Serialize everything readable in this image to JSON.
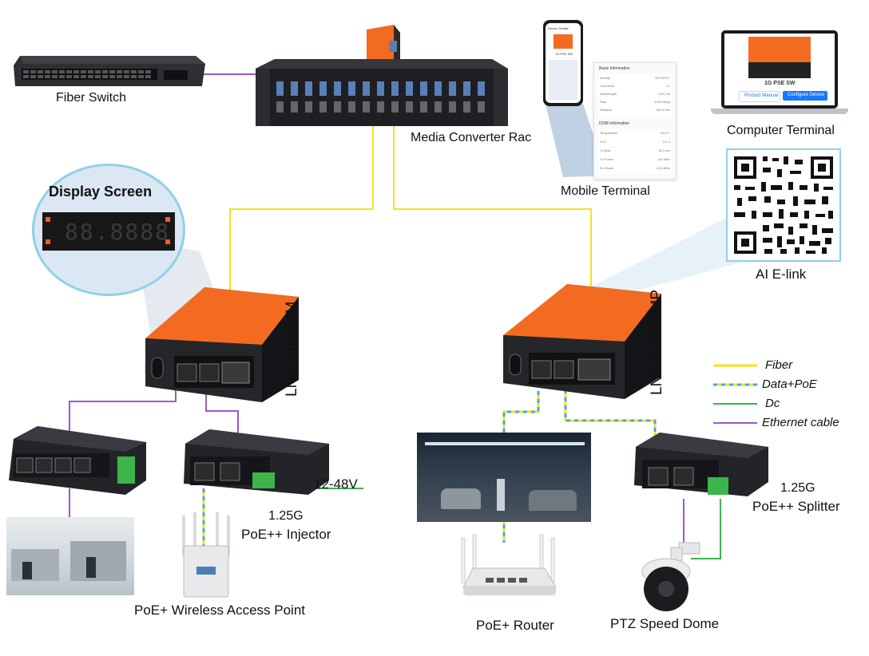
{
  "nodes": {
    "fiber_switch": "Fiber Switch",
    "media_converter_rack": "Media Converter Rac",
    "mobile_terminal": "Mobile Terminal",
    "computer_terminal": "Computer Terminal",
    "ai_elink": "AI E-link",
    "display_screen": "Display Screen",
    "model_left": "LNK-AI1200M",
    "model_right": "LNK-AI1200MP",
    "injector_line1": "1.25G",
    "injector_line2": "PoE++ Injector",
    "dc_voltage": "12-48V",
    "splitter_line1": "1.25G",
    "splitter_line2": "PoE++ Splitter",
    "wireless_ap": "PoE+ Wireless Access Point",
    "router": "PoE+ Router",
    "ptz_dome": "PTZ Speed Dome"
  },
  "legend": [
    {
      "label": "Fiber",
      "style": "fiber"
    },
    {
      "label": "Data+PoE",
      "style": "data-poe"
    },
    {
      "label": "Dc",
      "style": "dc"
    },
    {
      "label": "Ethernet cable",
      "style": "ethernet"
    }
  ],
  "colors": {
    "fiber": "#f2e21a",
    "poe_blue": "#4aa3e0",
    "dc": "#3cb54a",
    "ethernet": "#9b59c9",
    "device_orange": "#f36b21",
    "device_dark": "#1c1d21"
  },
  "mobile_screen": {
    "title": "Device Details",
    "product": "1G PSE SW",
    "basic_info_header": "Basic Information",
    "dom_info_header": "DOM Information",
    "basic_rows": [
      {
        "k": "Identify",
        "v": "SFP/SFP+"
      },
      {
        "k": "Connector",
        "v": "LC"
      },
      {
        "k": "Wavelength",
        "v": "1310 nm"
      },
      {
        "k": "Rate",
        "v": "1300 Mbps"
      },
      {
        "k": "Distance",
        "v": "SM 20 km"
      }
    ],
    "dom_rows": [
      {
        "k": "Temperature",
        "v": "33.6°C"
      },
      {
        "k": "VCC",
        "v": "3.3 V"
      },
      {
        "k": "Tx Bias",
        "v": "16.2 mA"
      },
      {
        "k": "Tx Power",
        "v": "-5.6 dBm"
      },
      {
        "k": "Rx Power",
        "v": "-14.8 dBm"
      }
    ]
  },
  "laptop_screen": {
    "product": "1G PSE SW",
    "manual_button": "Product Manual",
    "configure_button": "Configure Device"
  },
  "display_digits": "88.8888"
}
